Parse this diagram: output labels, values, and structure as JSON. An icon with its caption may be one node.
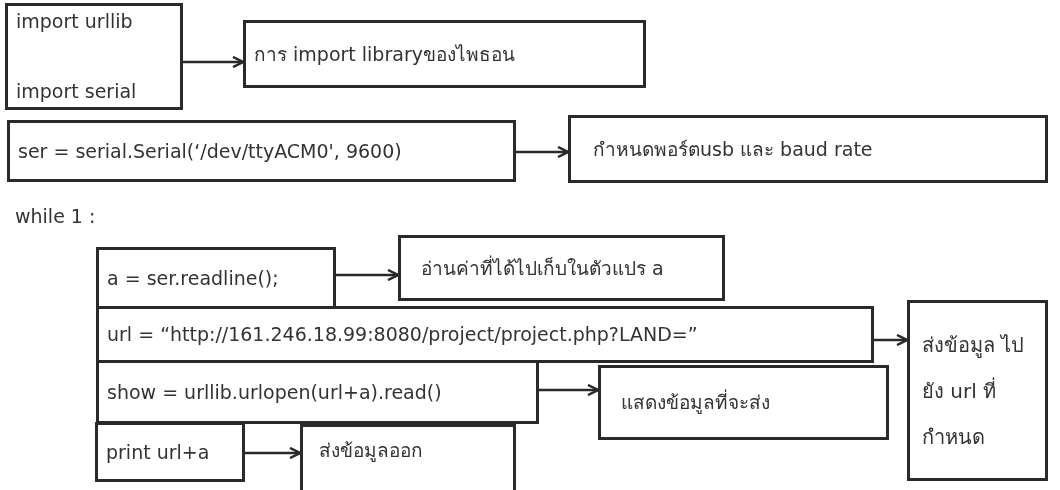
{
  "diagram": {
    "nodes": [
      {
        "text": [
          "import urllib",
          "import serial"
        ]
      },
      {
        "text": [
          "การ import libraryของไพธอน"
        ]
      },
      {
        "text": [
          "ser = serial.Serial(‘/dev/ttyACM0', 9600)"
        ]
      },
      {
        "text": [
          "กำหนดพอร์ตusb และ baud rate"
        ]
      },
      {
        "text": [
          "a = ser.readline();"
        ]
      },
      {
        "text": [
          "อ่านค่าที่ได้ไปเก็บในตัวแปร a"
        ]
      },
      {
        "text": [
          "url = “http://161.246.18.99:8080/project/project.php?LAND=”"
        ]
      },
      {
        "text": [
          "ส่งข้อมูล ไปยัง url ที่กำหนด"
        ]
      },
      {
        "text": [
          "show = urllib.urlopen(url+a).read()"
        ]
      },
      {
        "text": [
          "แสดงข้อมูลที่จะส่ง"
        ]
      },
      {
        "text": [
          "print url+a"
        ]
      },
      {
        "text": [
          "ส่งข้อมูลออก"
        ]
      }
    ],
    "edges": [
      {
        "from": 0,
        "to": 1,
        "arrow": "to"
      },
      {
        "from": 2,
        "to": 3,
        "arrow": "to"
      },
      {
        "from": 4,
        "to": 5,
        "arrow": "to"
      },
      {
        "from": 6,
        "to": 7,
        "arrow": "to"
      },
      {
        "from": 8,
        "to": 9,
        "arrow": "to"
      },
      {
        "from": 10,
        "to": 11,
        "arrow": "to"
      }
    ],
    "labels": [
      "while 1 :"
    ]
  }
}
